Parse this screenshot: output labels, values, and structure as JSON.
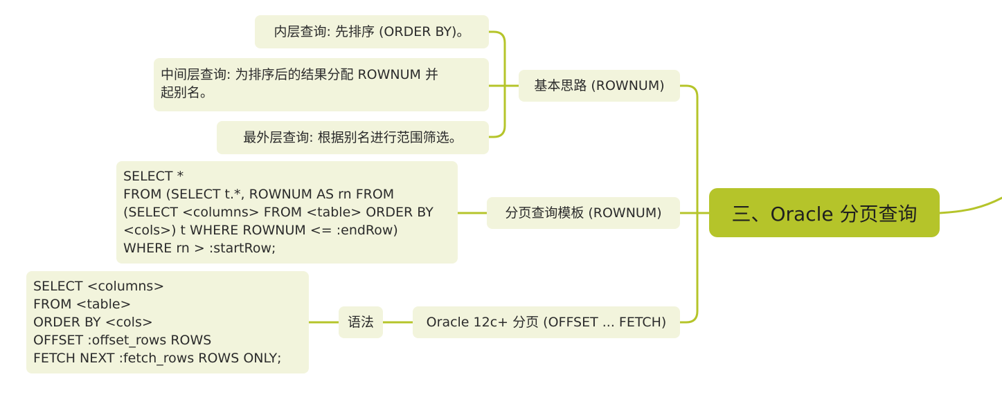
{
  "colors": {
    "connector": "#b5c42a",
    "root_fill": "#b5c42a",
    "node_fill": "#f2f4dc",
    "text": "#2b2b2b"
  },
  "root": {
    "label": "三、Oracle 分页查询"
  },
  "branches": {
    "basic": {
      "label": "基本思路 (ROWNUM)",
      "children": [
        {
          "lines": [
            "内层查询: 先排序 (ORDER BY)。"
          ]
        },
        {
          "lines": [
            "中间层查询: 为排序后的结果分配 ROWNUM 并",
            "起别名。"
          ]
        },
        {
          "lines": [
            "最外层查询: 根据别名进行范围筛选。"
          ]
        }
      ]
    },
    "template": {
      "label": "分页查询模板 (ROWNUM)",
      "code": [
        "SELECT *",
        "FROM (SELECT t.*, ROWNUM AS rn FROM",
        "(SELECT <columns> FROM <table> ORDER BY",
        "<cols>) t WHERE ROWNUM <= :endRow)",
        "WHERE rn > :startRow;"
      ]
    },
    "oracle12c": {
      "label": "Oracle 12c+ 分页 (OFFSET ... FETCH)",
      "syntax_label": "语法",
      "code": [
        "SELECT <columns>",
        "FROM <table>",
        "ORDER BY <cols>",
        "OFFSET :offset_rows ROWS",
        "FETCH NEXT :fetch_rows ROWS ONLY;"
      ]
    }
  }
}
